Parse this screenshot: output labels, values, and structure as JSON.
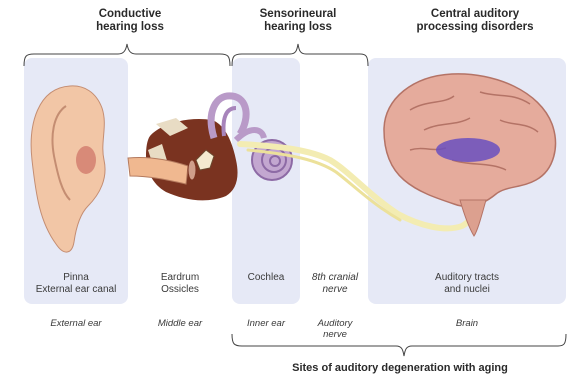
{
  "headers": {
    "conductive": [
      "Conductive",
      "hearing loss"
    ],
    "sensorineural": [
      "Sensorineural",
      "hearing loss"
    ],
    "central": [
      "Central auditory",
      "processing disorders"
    ]
  },
  "labels": {
    "pinna": [
      "Pinna",
      "External ear canal"
    ],
    "eardrum": [
      "Eardrum",
      "Ossicles"
    ],
    "cochlea": [
      "Cochlea"
    ],
    "nerve": [
      "8th cranial",
      "nerve"
    ],
    "tracts": [
      "Auditory tracts",
      "and nuclei"
    ]
  },
  "subs": {
    "external": "External ear",
    "middle": "Middle ear",
    "inner": "Inner ear",
    "auditory_nerve": [
      "Auditory",
      "nerve"
    ],
    "brain": "Brain"
  },
  "footer": "Sites of auditory degeneration with aging",
  "colors": {
    "panel": "#e6e9f6",
    "skin": "#f2c6a6",
    "brain": "#e5ab9c",
    "highlight": "#6a4fc0",
    "nerve": "#f3ecb2",
    "cochlea": "#b99ac8"
  }
}
